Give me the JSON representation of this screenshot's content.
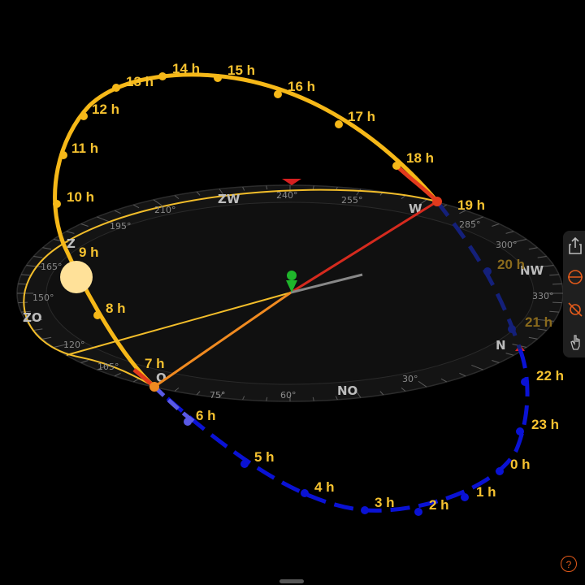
{
  "hour_labels": {
    "day": [
      "7 h",
      "8 h",
      "9 h",
      "10 h",
      "11 h",
      "12 h",
      "13 h",
      "14 h",
      "15 h",
      "16 h",
      "17 h",
      "18 h",
      "19 h"
    ],
    "night": [
      "20 h",
      "21 h",
      "22 h",
      "23 h",
      "0 h",
      "1 h",
      "2 h",
      "3 h",
      "4 h",
      "5 h",
      "6 h"
    ]
  },
  "compass": {
    "degree_labels": [
      "240°",
      "255°",
      "210°",
      "195°",
      "165°",
      "150°",
      "120°",
      "105°",
      "75°",
      "60°",
      "30°",
      "285°",
      "300°",
      "330°"
    ],
    "directions": [
      "ZW",
      "W",
      "NW",
      "N",
      "NO",
      "O",
      "ZO",
      "Z"
    ]
  },
  "toolbar": {
    "icons": [
      "share-icon",
      "horizon-icon",
      "no-sun-icon",
      "hand-icon"
    ]
  },
  "help": {
    "label": "?"
  },
  "colors": {
    "day_path": "#f6b818",
    "sunset_path": "#e23a1c",
    "night_path": "#0a12d4",
    "twilight_path": "#5a5ae6",
    "horizon_ring": "#f2bd2a",
    "sun": "#ffe199",
    "accent": "#e35a1a"
  }
}
